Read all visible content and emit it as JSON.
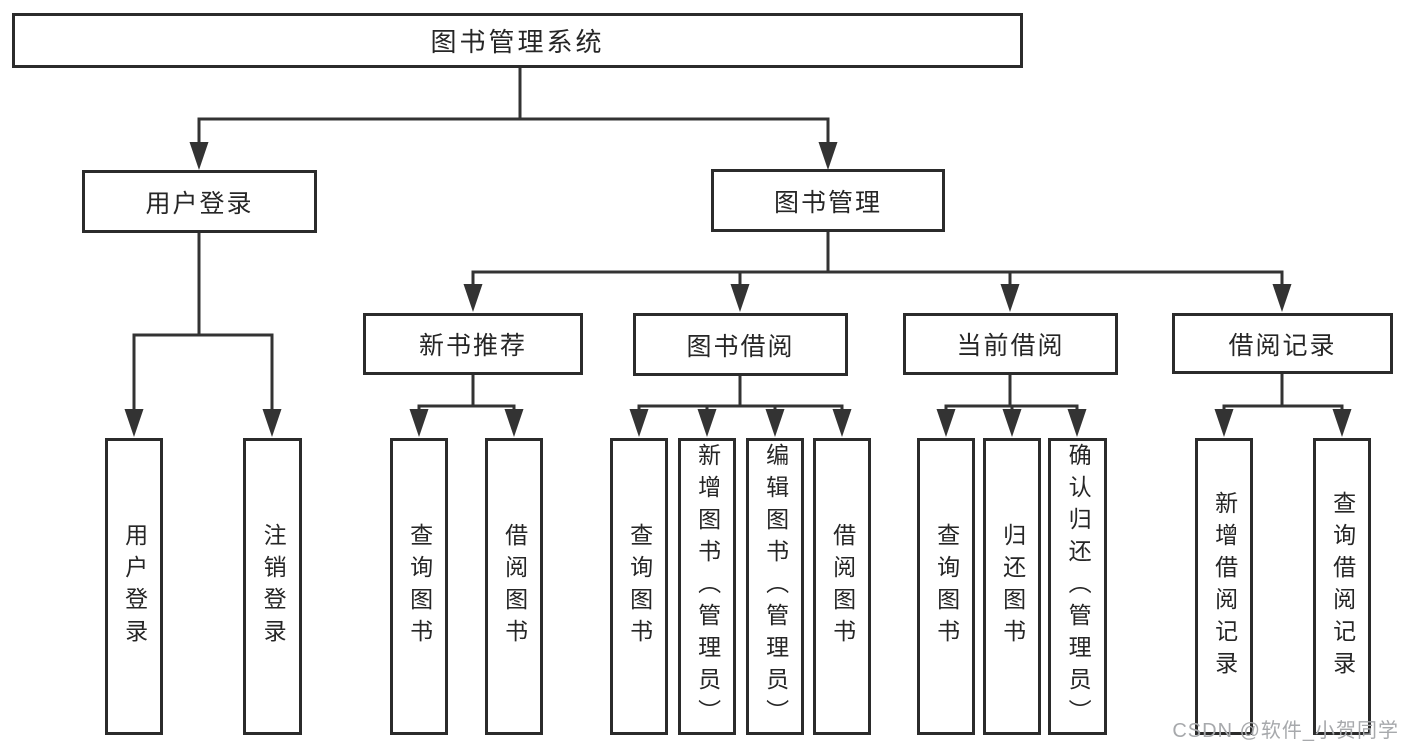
{
  "tree": {
    "root": {
      "label": "图书管理系统"
    },
    "children": [
      {
        "label": "用户登录",
        "children": [
          {
            "label": "用户登录"
          },
          {
            "label": "注销登录"
          }
        ]
      },
      {
        "label": "图书管理",
        "children": [
          {
            "label": "新书推荐",
            "children": [
              {
                "label": "查询图书"
              },
              {
                "label": "借阅图书"
              }
            ]
          },
          {
            "label": "图书借阅",
            "children": [
              {
                "label": "查询图书"
              },
              {
                "label": "新增图书（管理员）"
              },
              {
                "label": "编辑图书（管理员）"
              },
              {
                "label": "借阅图书"
              }
            ]
          },
          {
            "label": "当前借阅",
            "children": [
              {
                "label": "查询图书"
              },
              {
                "label": "归还图书"
              },
              {
                "label": "确认归还（管理员）"
              }
            ]
          },
          {
            "label": "借阅记录",
            "children": [
              {
                "label": "新增借阅记录"
              },
              {
                "label": "查询借阅记录"
              }
            ]
          }
        ]
      }
    ]
  },
  "watermark": {
    "text": "CSDN @软件_小贺同学"
  },
  "colors": {
    "line": "#333333",
    "border": "#2b2b2b",
    "text": "#262626",
    "background": "#ffffff",
    "watermark": "#a7a9ac"
  }
}
